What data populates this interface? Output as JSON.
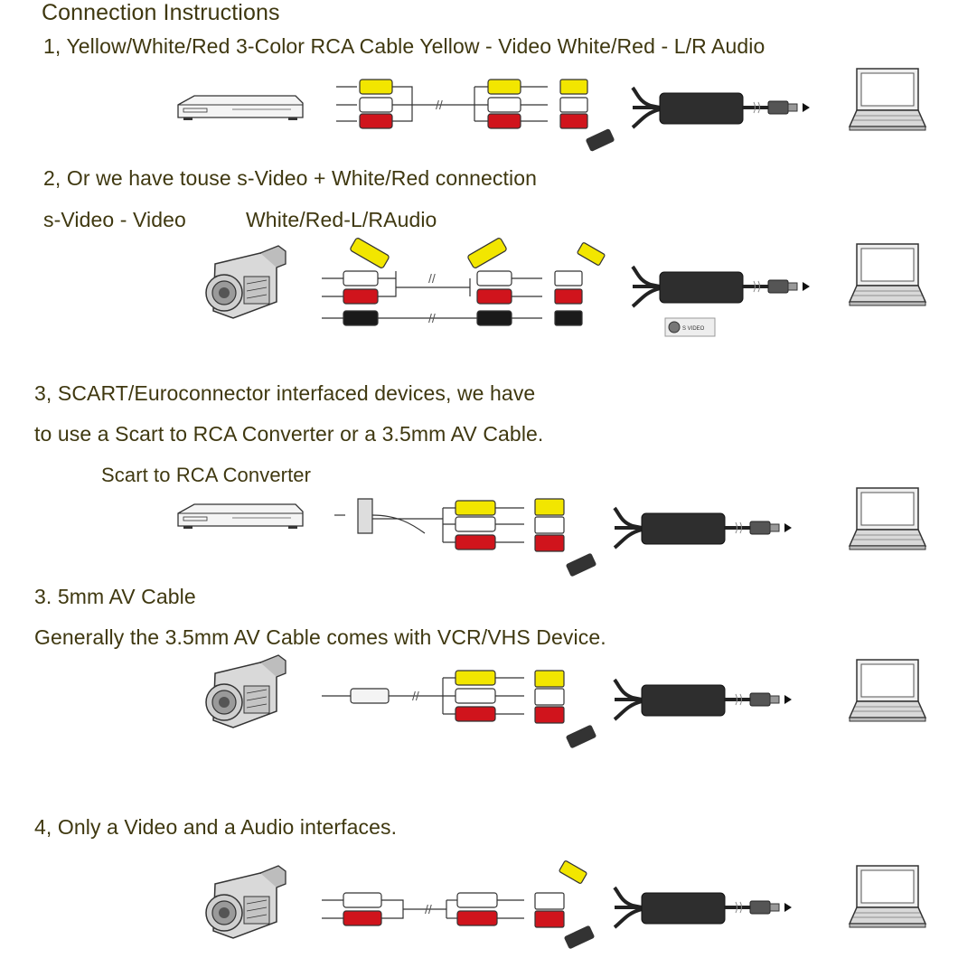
{
  "page": {
    "title": "Connection Instructions",
    "step1": "1, Yellow/White/Red 3-Color RCA Cable  Yellow - Video    White/Red - L/R Audio",
    "step2_line1": "2, Or we have touse s-Video + White/Red connection",
    "step2_line2_a": "s-Video - Video",
    "step2_line2_b": "White/Red-L/RAudio",
    "step3_line1": "3, SCART/Euroconnector interfaced devices, we have",
    "step3_line2": "to use a Scart to RCA Converter or a 3.5mm   AV Cable.",
    "step3_sub": "Scart to RCA Converter",
    "step35_title": "3. 5mm AV Cable",
    "step35_desc": "Generally the 3.5mm AV Cable comes with VCR/VHS Device.",
    "step4": "4, Only a Video and a Audio interfaces.",
    "svideo_label": "S VIDEO"
  },
  "colors": {
    "yellow": "#f2e600",
    "white": "#ffffff",
    "red": "#d0141c",
    "black": "#1a1a1a",
    "grabber": "#2a2a2a",
    "text": "#3f3810"
  },
  "icons": [
    "dvd-player-icon",
    "camcorder-icon",
    "laptop-icon",
    "usb-plug-icon",
    "rca-plug-icon",
    "svideo-plug-icon",
    "scart-plug-icon",
    "audio-jack-icon"
  ]
}
